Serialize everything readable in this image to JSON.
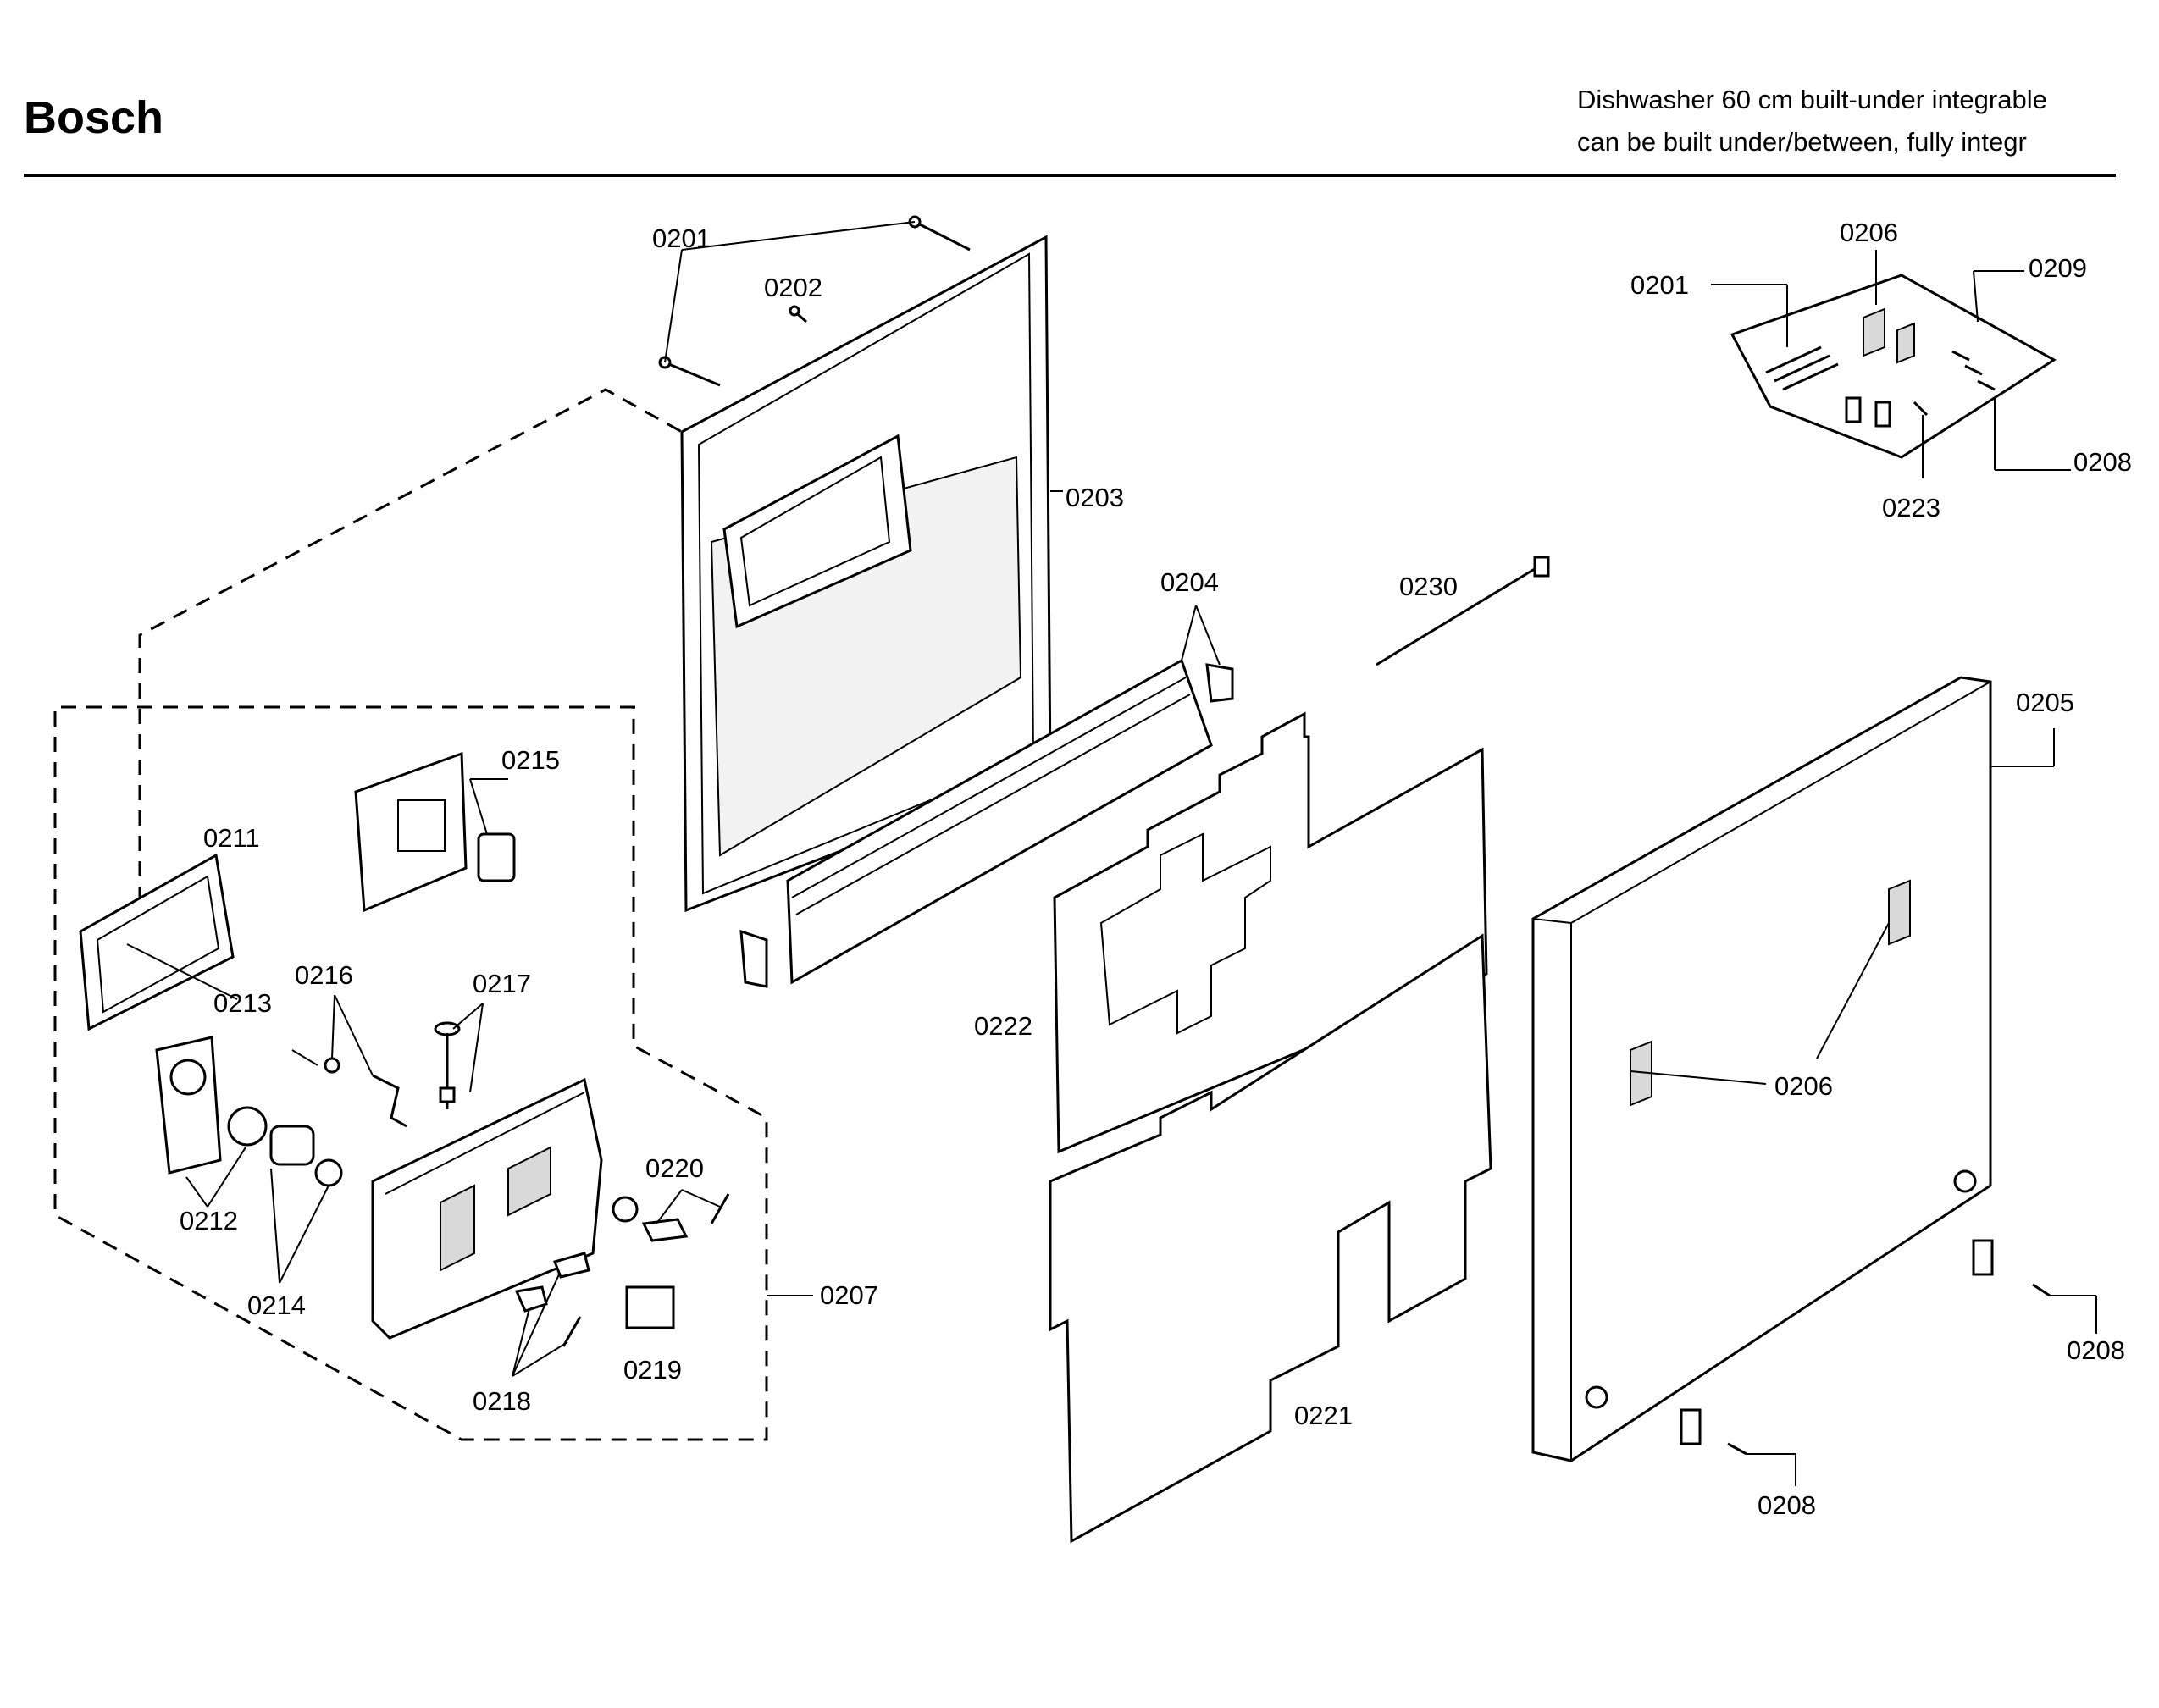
{
  "header": {
    "brand": "Bosch",
    "line1": "Dishwasher 60 cm built-under integrable",
    "line2": "can be built under/between, fully integr"
  },
  "callouts": {
    "c0201a": "0201",
    "c0202": "0202",
    "c0203": "0203",
    "c0204": "0204",
    "c0230": "0230",
    "c0201b": "0201",
    "c0206a": "0206",
    "c0209": "0209",
    "c0208a": "0208",
    "c0223": "0223",
    "c0205": "0205",
    "c0215": "0215",
    "c0211": "0211",
    "c0213": "0213",
    "c0216": "0216",
    "c0217": "0217",
    "c0212": "0212",
    "c0214": "0214",
    "c0220": "0220",
    "c0207": "0207",
    "c0219": "0219",
    "c0218": "0218",
    "c0222": "0222",
    "c0206b": "0206",
    "c0208b": "0208",
    "c0221": "0221",
    "c0208c": "0208"
  }
}
